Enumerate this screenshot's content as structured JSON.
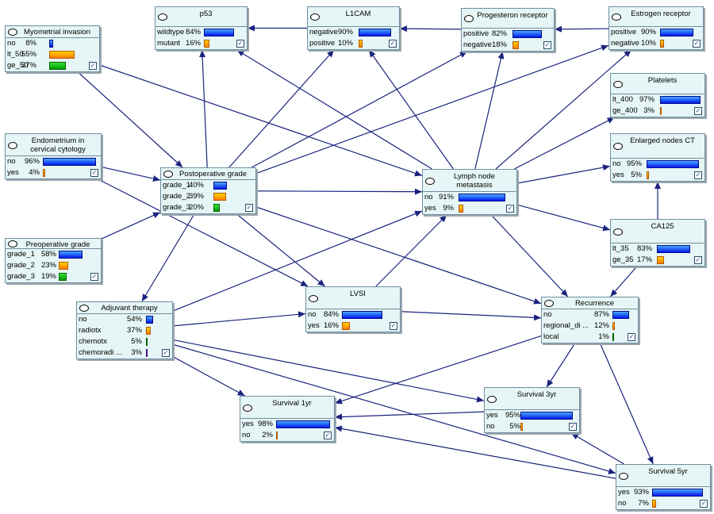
{
  "nodes": [
    {
      "id": "myometrial",
      "title": "Myometrial invasion",
      "states": [
        {
          "label": "no",
          "pct": "8%",
          "value": 8,
          "color": "blue"
        },
        {
          "label": "lt_50",
          "pct": "55%",
          "value": 55,
          "color": "orange"
        },
        {
          "label": "ge_50",
          "pct": "37%",
          "value": 37,
          "color": "green"
        }
      ]
    },
    {
      "id": "p53",
      "title": "p53",
      "states": [
        {
          "label": "wildtype",
          "pct": "84%",
          "value": 84,
          "color": "blue"
        },
        {
          "label": "mutant",
          "pct": "16%",
          "value": 16,
          "color": "orange"
        }
      ]
    },
    {
      "id": "l1cam",
      "title": "L1CAM",
      "states": [
        {
          "label": "negative",
          "pct": "90%",
          "value": 90,
          "color": "blue"
        },
        {
          "label": "positive",
          "pct": "10%",
          "value": 10,
          "color": "orange"
        }
      ]
    },
    {
      "id": "progesteron",
      "title": "Progesteron receptor",
      "states": [
        {
          "label": "positive",
          "pct": "82%",
          "value": 82,
          "color": "blue"
        },
        {
          "label": "negative",
          "pct": "18%",
          "value": 18,
          "color": "orange"
        }
      ]
    },
    {
      "id": "estrogen",
      "title": "Estrogen receptor",
      "states": [
        {
          "label": "positive",
          "pct": "90%",
          "value": 90,
          "color": "blue"
        },
        {
          "label": "negative",
          "pct": "10%",
          "value": 10,
          "color": "orange"
        }
      ]
    },
    {
      "id": "platelets",
      "title": "Platelets",
      "states": [
        {
          "label": "lt_400",
          "pct": "97%",
          "value": 97,
          "color": "blue"
        },
        {
          "label": "ge_400",
          "pct": "3%",
          "value": 3,
          "color": "orange"
        }
      ]
    },
    {
      "id": "endometrium",
      "title": "Endometrium in cervical cytology",
      "states": [
        {
          "label": "no",
          "pct": "96%",
          "value": 96,
          "color": "blue"
        },
        {
          "label": "yes",
          "pct": "4%",
          "value": 4,
          "color": "orange"
        }
      ]
    },
    {
      "id": "postop",
      "title": "Postoperative grade",
      "states": [
        {
          "label": "grade_1",
          "pct": "40%",
          "value": 40,
          "color": "blue"
        },
        {
          "label": "grade_2",
          "pct": "39%",
          "value": 39,
          "color": "orange"
        },
        {
          "label": "grade_3",
          "pct": "20%",
          "value": 20,
          "color": "green"
        }
      ]
    },
    {
      "id": "lymph",
      "title": "Lymph node metastasis",
      "states": [
        {
          "label": "no",
          "pct": "91%",
          "value": 91,
          "color": "blue"
        },
        {
          "label": "yes",
          "pct": "9%",
          "value": 9,
          "color": "orange"
        }
      ]
    },
    {
      "id": "enlarged",
      "title": "Enlarged nodes CT",
      "states": [
        {
          "label": "no",
          "pct": "95%",
          "value": 95,
          "color": "blue"
        },
        {
          "label": "yes",
          "pct": "5%",
          "value": 5,
          "color": "orange"
        }
      ]
    },
    {
      "id": "preop",
      "title": "Preoperative grade",
      "states": [
        {
          "label": "grade_1",
          "pct": "58%",
          "value": 58,
          "color": "blue"
        },
        {
          "label": "grade_2",
          "pct": "23%",
          "value": 23,
          "color": "orange"
        },
        {
          "label": "grade_3",
          "pct": "19%",
          "value": 19,
          "color": "green"
        }
      ]
    },
    {
      "id": "ca125",
      "title": "CA125",
      "states": [
        {
          "label": "lt_35",
          "pct": "83%",
          "value": 83,
          "color": "blue"
        },
        {
          "label": "ge_35",
          "pct": "17%",
          "value": 17,
          "color": "orange"
        }
      ]
    },
    {
      "id": "adjuvant",
      "title": "Adjuvant therapy",
      "states": [
        {
          "label": "no",
          "pct": "54%",
          "value": 54,
          "color": "blue"
        },
        {
          "label": "radiotx",
          "pct": "37%",
          "value": 37,
          "color": "orange"
        },
        {
          "label": "chemotx",
          "pct": "5%",
          "value": 5,
          "color": "green"
        },
        {
          "label": "chemoradi ...",
          "pct": "3%",
          "value": 3,
          "color": "purple"
        }
      ]
    },
    {
      "id": "lvsi",
      "title": "LVSI",
      "states": [
        {
          "label": "no",
          "pct": "84%",
          "value": 84,
          "color": "blue"
        },
        {
          "label": "yes",
          "pct": "16%",
          "value": 16,
          "color": "orange"
        }
      ]
    },
    {
      "id": "recurrence",
      "title": "Recurrence",
      "states": [
        {
          "label": "no",
          "pct": "87%",
          "value": 87,
          "color": "blue"
        },
        {
          "label": "regional_di ...",
          "pct": "12%",
          "value": 12,
          "color": "orange"
        },
        {
          "label": "local",
          "pct": "1%",
          "value": 1,
          "color": "green"
        }
      ]
    },
    {
      "id": "surv1",
      "title": "Survival 1yr",
      "states": [
        {
          "label": "yes",
          "pct": "98%",
          "value": 98,
          "color": "blue"
        },
        {
          "label": "no",
          "pct": "2%",
          "value": 2,
          "color": "orange"
        }
      ]
    },
    {
      "id": "surv3",
      "title": "Survival 3yr",
      "states": [
        {
          "label": "yes",
          "pct": "95%",
          "value": 95,
          "color": "blue"
        },
        {
          "label": "no",
          "pct": "5%",
          "value": 5,
          "color": "orange"
        }
      ]
    },
    {
      "id": "surv5",
      "title": "Survival 5yr",
      "states": [
        {
          "label": "yes",
          "pct": "93%",
          "value": 93,
          "color": "blue"
        },
        {
          "label": "no",
          "pct": "7%",
          "value": 7,
          "color": "orange"
        }
      ]
    }
  ],
  "edges": [
    [
      "l1cam",
      "p53"
    ],
    [
      "progesteron",
      "l1cam"
    ],
    [
      "estrogen",
      "progesteron"
    ],
    [
      "myometrial",
      "postop"
    ],
    [
      "myometrial",
      "lymph"
    ],
    [
      "endometrium",
      "postop"
    ],
    [
      "endometrium",
      "lvsi"
    ],
    [
      "preop",
      "postop"
    ],
    [
      "postop",
      "p53"
    ],
    [
      "postop",
      "l1cam"
    ],
    [
      "postop",
      "progesteron"
    ],
    [
      "postop",
      "estrogen"
    ],
    [
      "postop",
      "lymph"
    ],
    [
      "postop",
      "adjuvant"
    ],
    [
      "postop",
      "lvsi"
    ],
    [
      "postop",
      "recurrence"
    ],
    [
      "lymph",
      "p53"
    ],
    [
      "lymph",
      "l1cam"
    ],
    [
      "lymph",
      "progesteron"
    ],
    [
      "lymph",
      "estrogen"
    ],
    [
      "lymph",
      "platelets"
    ],
    [
      "lymph",
      "enlarged"
    ],
    [
      "lymph",
      "ca125"
    ],
    [
      "lymph",
      "recurrence"
    ],
    [
      "ca125",
      "enlarged"
    ],
    [
      "ca125",
      "recurrence"
    ],
    [
      "adjuvant",
      "lymph"
    ],
    [
      "adjuvant",
      "lvsi"
    ],
    [
      "adjuvant",
      "surv1"
    ],
    [
      "adjuvant",
      "surv3"
    ],
    [
      "adjuvant",
      "surv5"
    ],
    [
      "lvsi",
      "lymph"
    ],
    [
      "lvsi",
      "recurrence"
    ],
    [
      "recurrence",
      "surv1"
    ],
    [
      "recurrence",
      "surv3"
    ],
    [
      "recurrence",
      "surv5"
    ],
    [
      "surv3",
      "surv1"
    ],
    [
      "surv5",
      "surv1"
    ],
    [
      "surv5",
      "surv3"
    ]
  ],
  "colors": {
    "node_bg": "#e6f5f5",
    "border": "#6f8fa0",
    "edge": "#1a237e",
    "bar_blue": "#0018ee",
    "bar_orange": "#ff8c00",
    "bar_green": "#00a000",
    "bar_purple": "#7b2fd0"
  }
}
